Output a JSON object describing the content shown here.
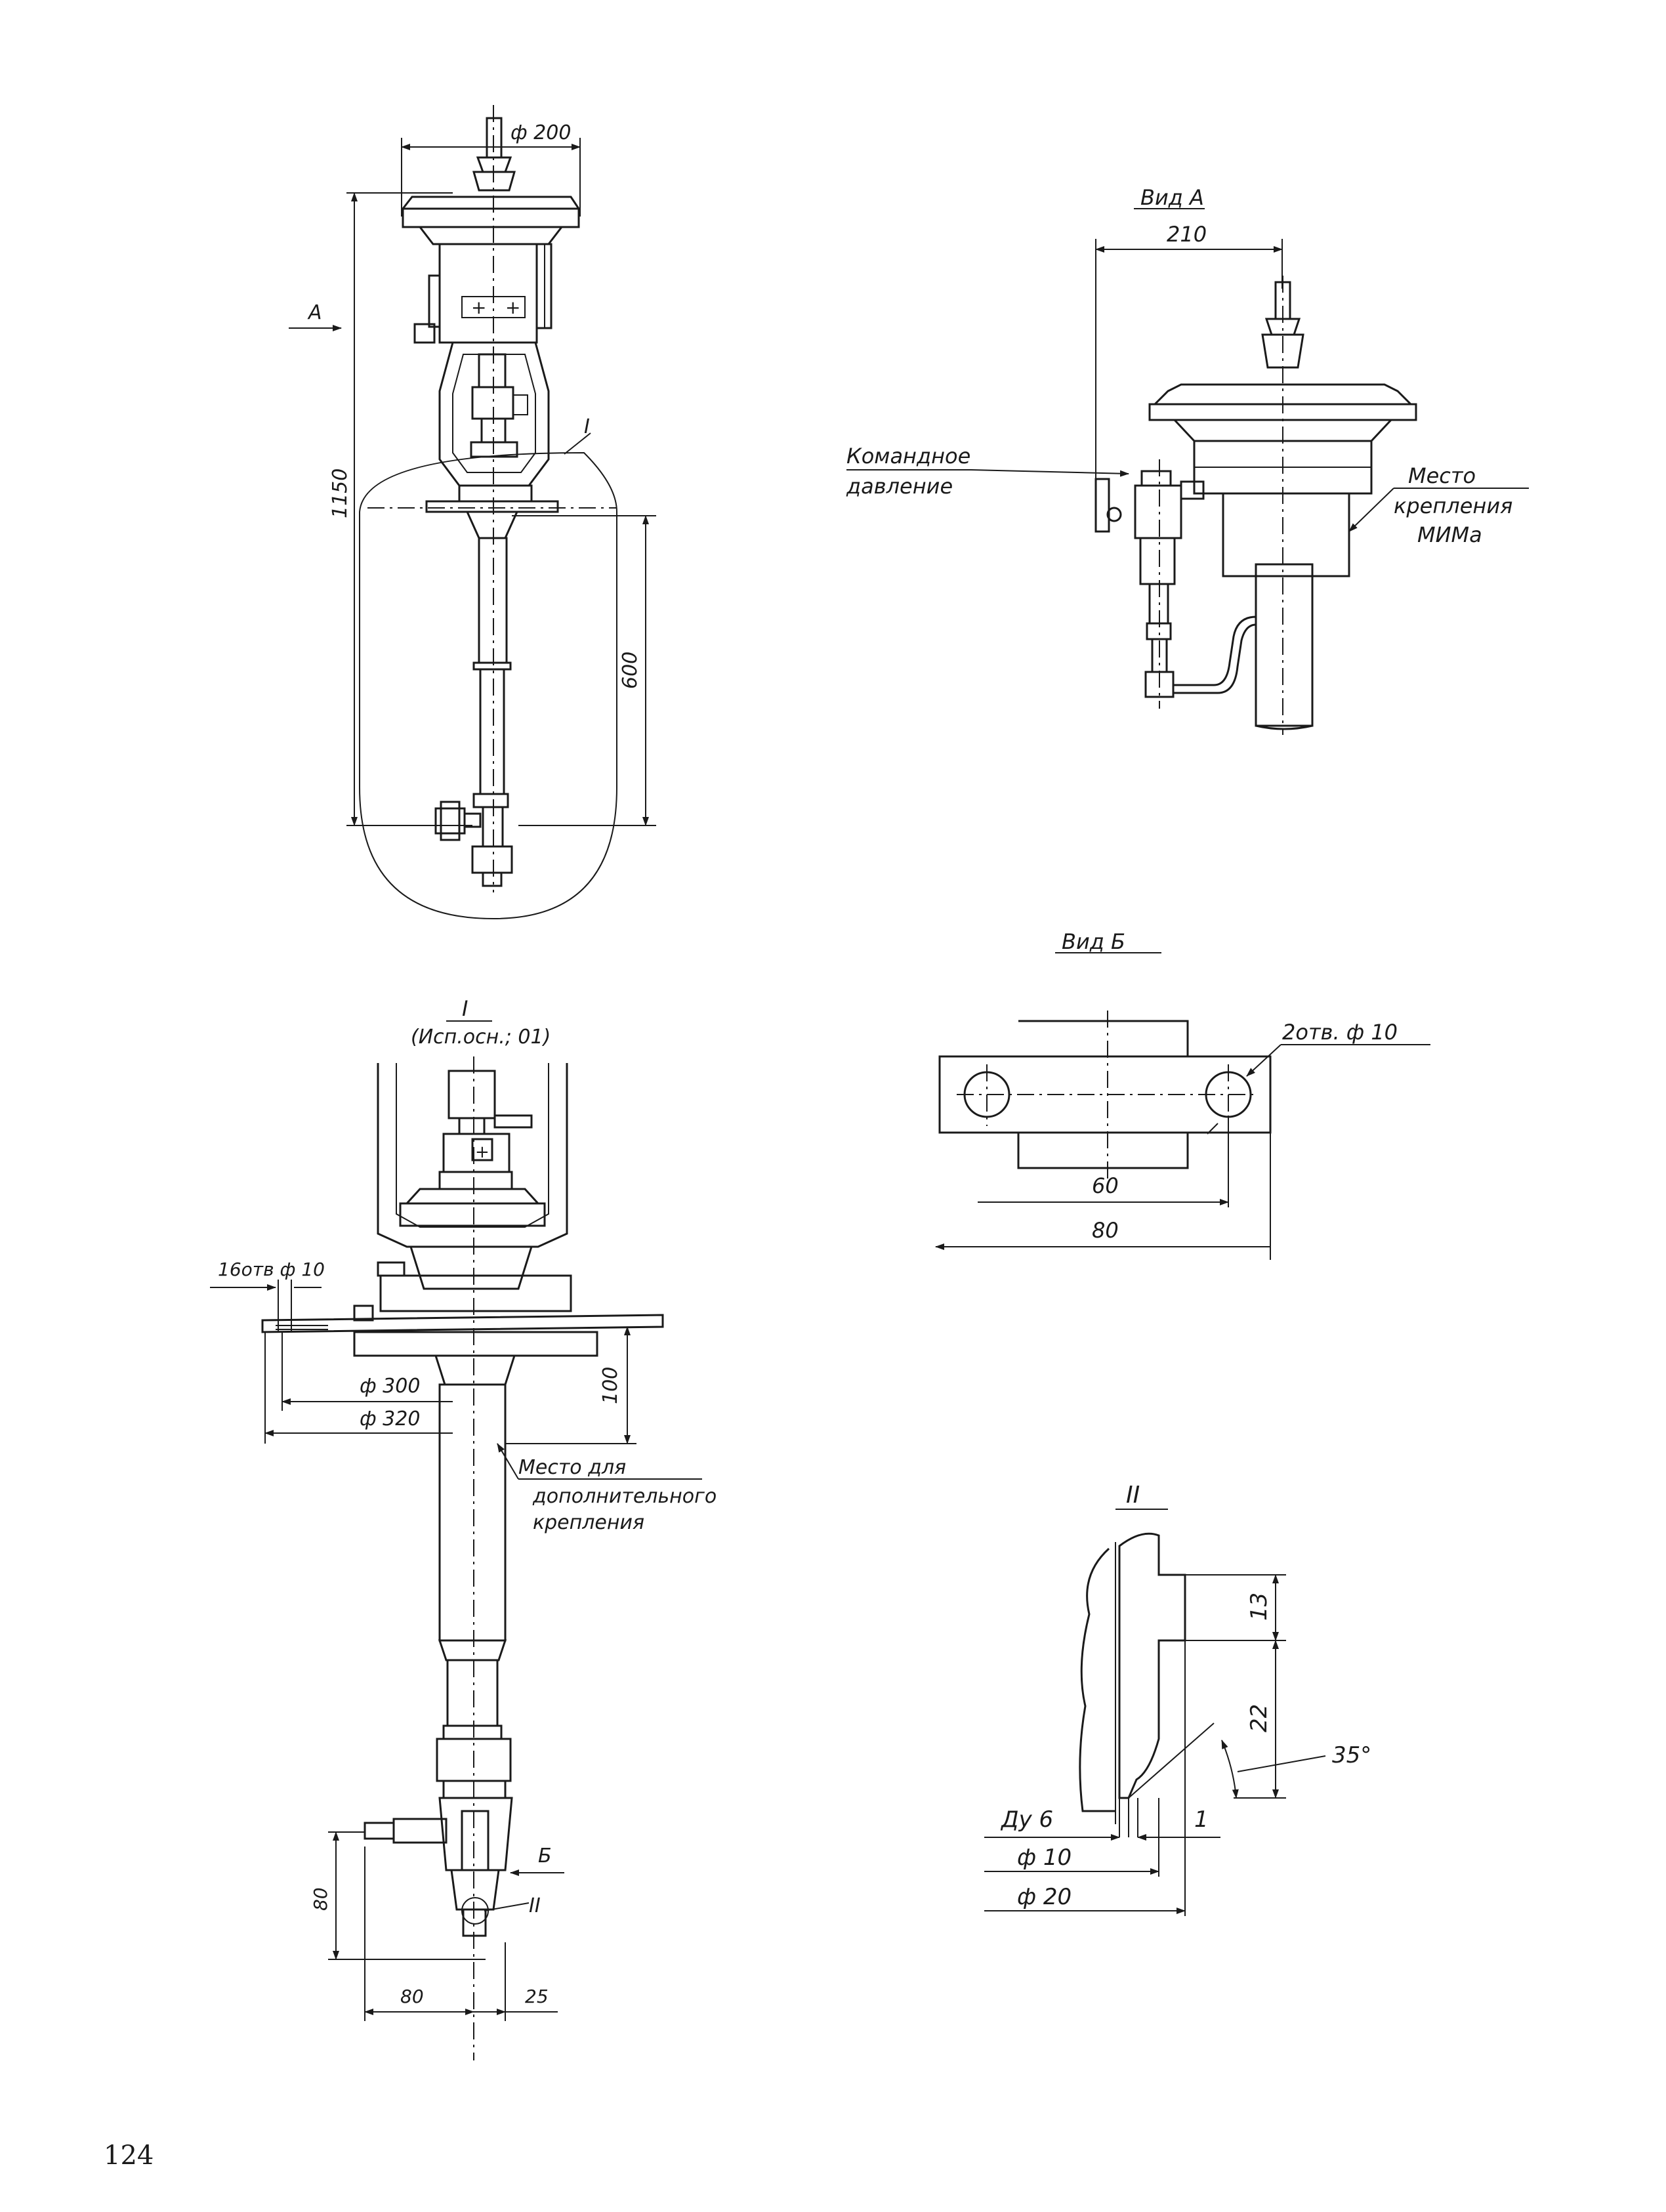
{
  "page_number": "124",
  "view_main": {
    "dia_200": "ф 200",
    "arrow_a": "А",
    "dim_1150": "1150",
    "dim_600": "600",
    "callout_i": "I"
  },
  "view_a": {
    "title": "Вид А",
    "dim_210": "210",
    "label_command_1": "Командное",
    "label_command_2": "давление",
    "label_mount_1": "Место",
    "label_mount_2": "крепления",
    "label_mount_3": "МИМа"
  },
  "view_b": {
    "title": "Вид Б",
    "holes": "2отв. ф 10",
    "dim_60": "60",
    "dim_80": "80"
  },
  "detail_i": {
    "title": "I",
    "subtitle": "(Исп.осн.; 01)",
    "holes": "16отв ф 10",
    "dia_300": "ф 300",
    "dia_320": "ф 320",
    "dim_100": "100",
    "note_1": "Место для",
    "note_2": "дополнительного",
    "note_3": "крепления",
    "arrow_b": "Б",
    "callout_ii": "II",
    "dim_80v": "80",
    "dim_80h": "80",
    "dim_25": "25"
  },
  "detail_ii": {
    "title": "II",
    "dim_13": "13",
    "dim_22": "22",
    "angle": "35°",
    "dn": "Ду 6",
    "dim_1": "1",
    "dia_10": "ф 10",
    "dia_20": "ф 20"
  }
}
